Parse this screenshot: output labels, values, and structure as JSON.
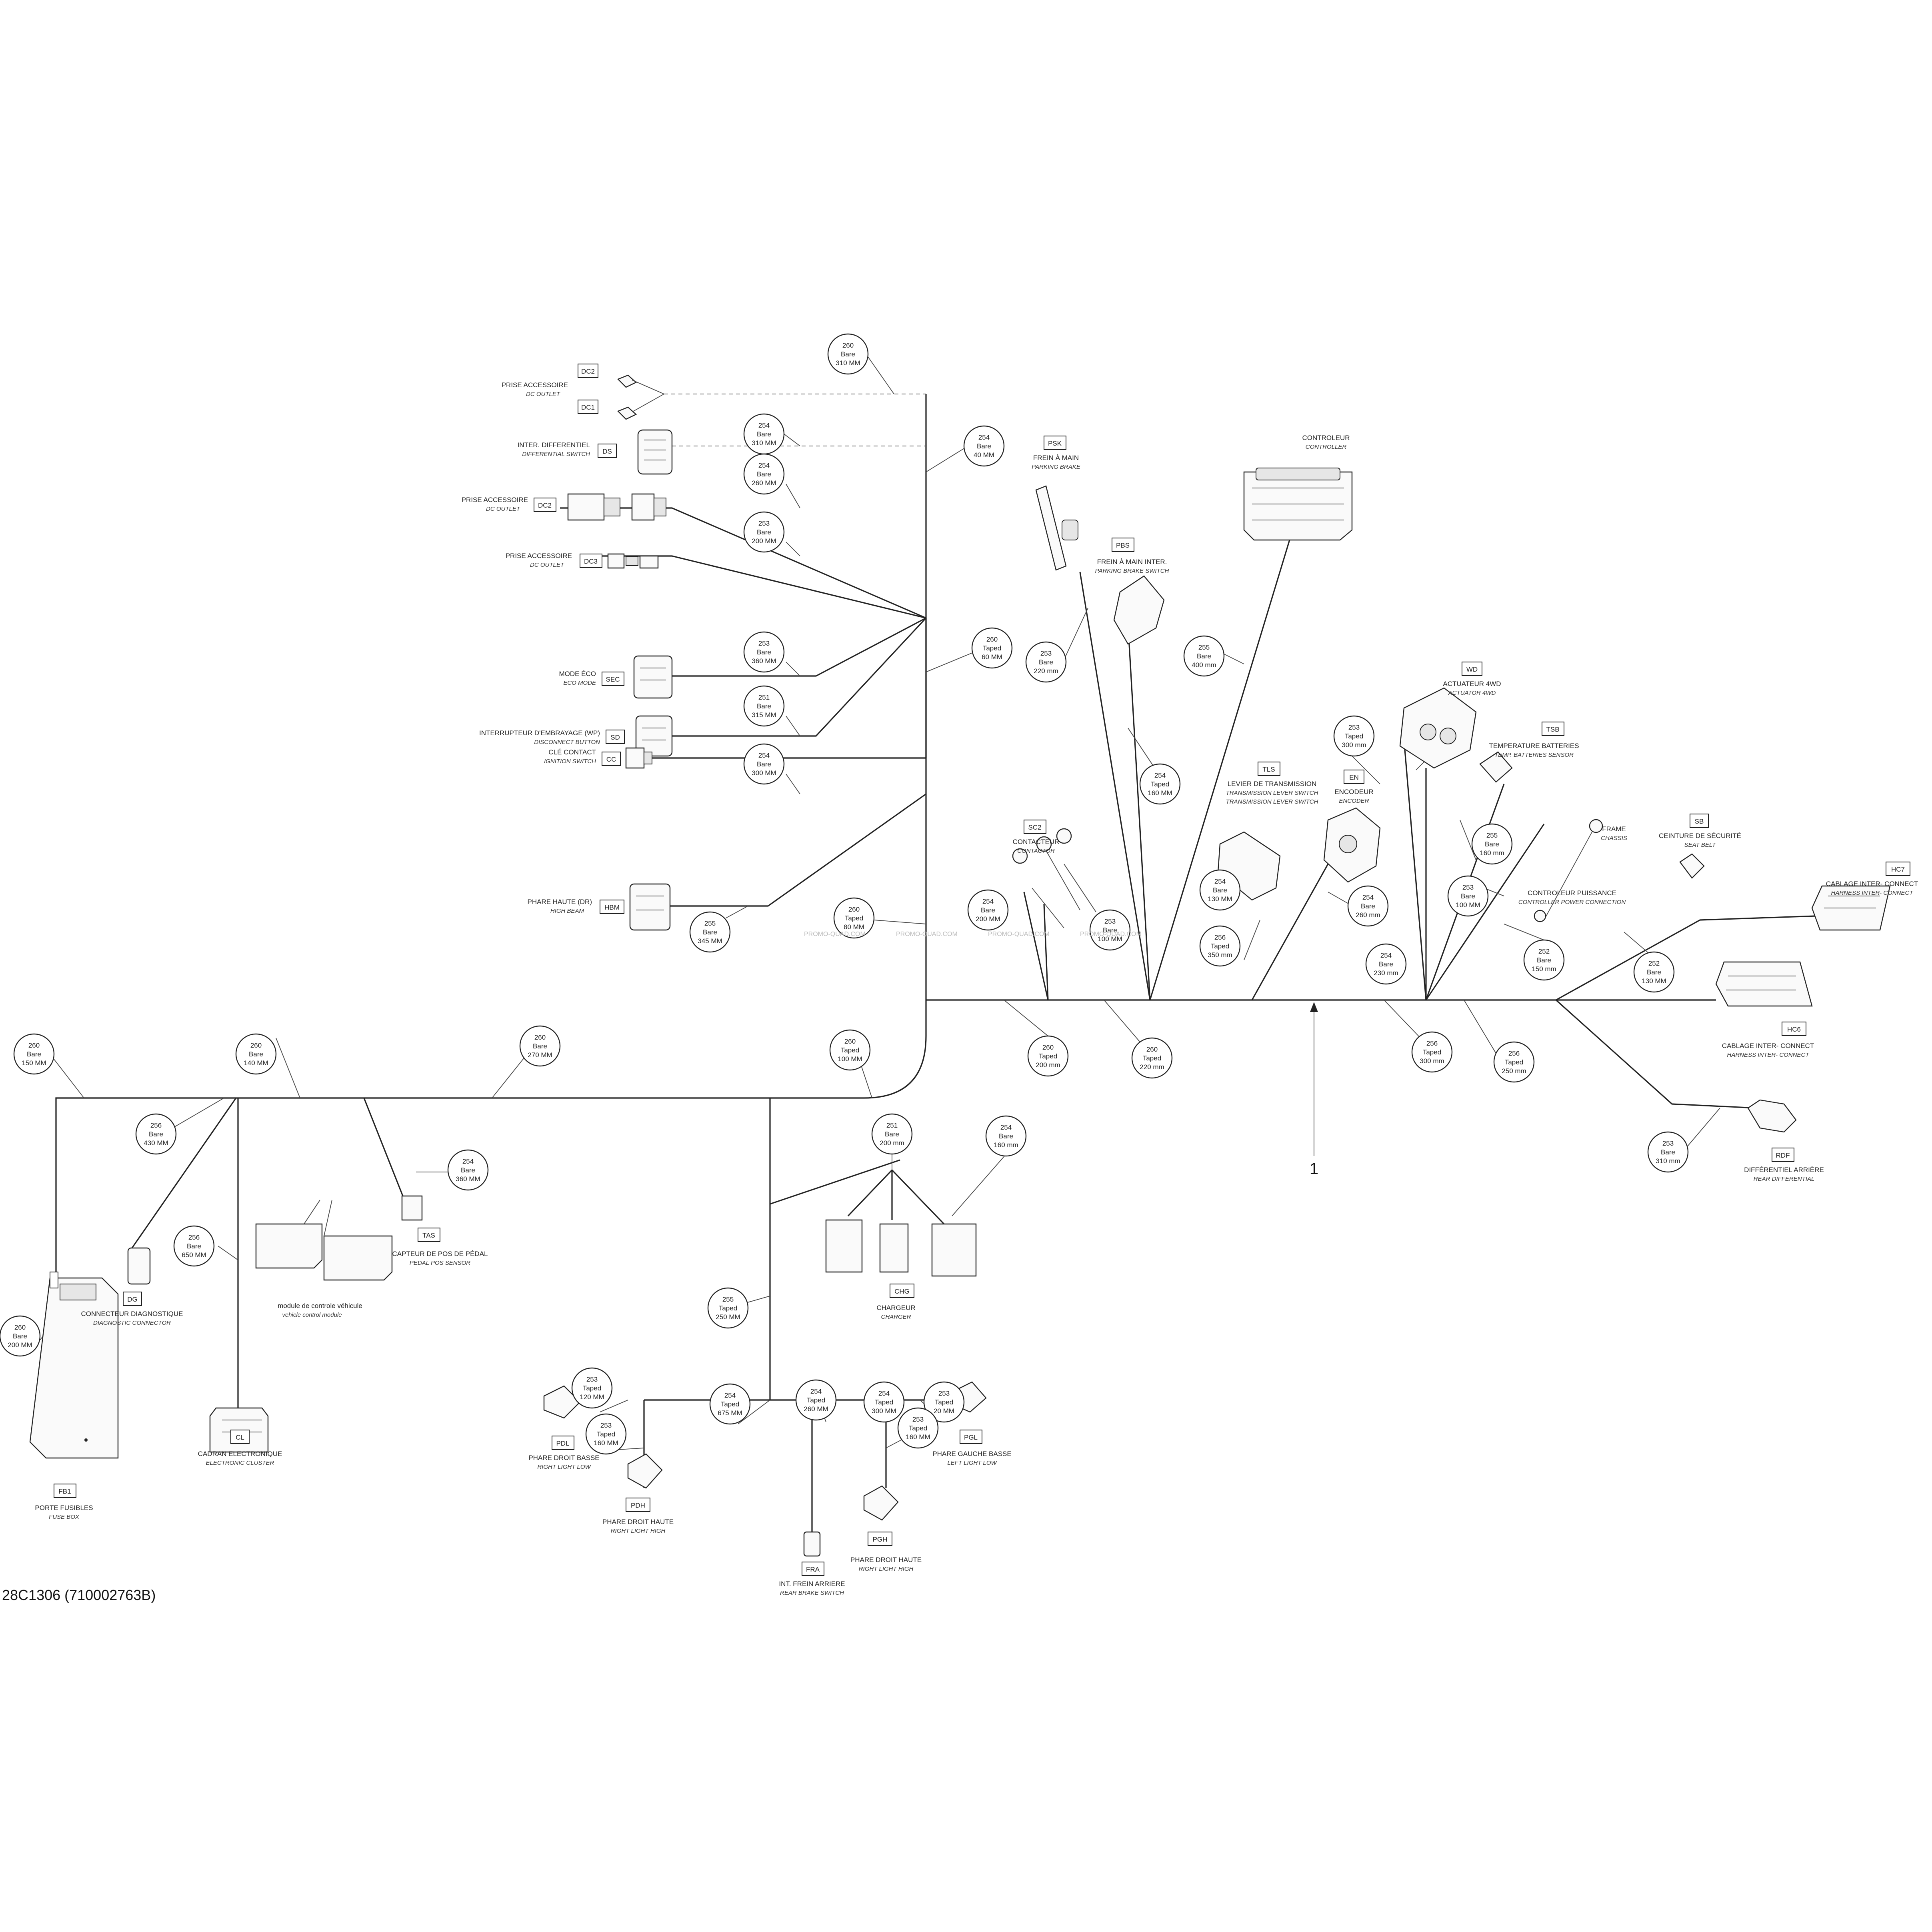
{
  "figure_number": "28C1306 (710002763B)",
  "reference_number": "1",
  "watermark": "PROMO-QUAD.COM",
  "callouts": {
    "c1": {
      "num": "260",
      "type": "Bare",
      "len": "310 MM"
    },
    "c2": {
      "num": "254",
      "type": "Bare",
      "len": "310 MM"
    },
    "c3": {
      "num": "254",
      "type": "Bare",
      "len": "40 MM"
    },
    "c4": {
      "num": "254",
      "type": "Bare",
      "len": "260 MM"
    },
    "c5": {
      "num": "253",
      "type": "Bare",
      "len": "200 MM"
    },
    "c6": {
      "num": "260",
      "type": "Taped",
      "len": "60 MM"
    },
    "c7": {
      "num": "253",
      "type": "Bare",
      "len": "360 MM"
    },
    "c8": {
      "num": "251",
      "type": "Bare",
      "len": "315 MM"
    },
    "c9": {
      "num": "254",
      "type": "Bare",
      "len": "300 MM"
    },
    "c10": {
      "num": "255",
      "type": "Bare",
      "len": "345 MM"
    },
    "c11": {
      "num": "260",
      "type": "Taped",
      "len": "80 MM"
    },
    "c12": {
      "num": "253",
      "type": "Bare",
      "len": "220 mm"
    },
    "c13": {
      "num": "254",
      "type": "Taped",
      "len": "160 MM"
    },
    "c14": {
      "num": "255",
      "type": "Bare",
      "len": "400 mm"
    },
    "c15": {
      "num": "254",
      "type": "Bare",
      "len": "200 MM"
    },
    "c16": {
      "num": "253",
      "type": "Bare",
      "len": "100 MM"
    },
    "c17": {
      "num": "254",
      "type": "Bare",
      "len": "130 MM"
    },
    "c18": {
      "num": "256",
      "type": "Taped",
      "len": "350 mm"
    },
    "c19": {
      "num": "254",
      "type": "Bare",
      "len": "260 mm"
    },
    "c20": {
      "num": "253",
      "type": "Taped",
      "len": "300 mm"
    },
    "c21": {
      "num": "255",
      "type": "Bare",
      "len": "160 mm"
    },
    "c22": {
      "num": "253",
      "type": "Bare",
      "len": "100 MM"
    },
    "c23": {
      "num": "254",
      "type": "Bare",
      "len": "230 mm"
    },
    "c24": {
      "num": "252",
      "type": "Bare",
      "len": "150 mm"
    },
    "c25": {
      "num": "252",
      "type": "Bare",
      "len": "130 MM"
    },
    "c26": {
      "num": "260",
      "type": "Taped",
      "len": "200 mm"
    },
    "c27": {
      "num": "260",
      "type": "Taped",
      "len": "220 mm"
    },
    "c28": {
      "num": "256",
      "type": "Taped",
      "len": "300 mm"
    },
    "c29": {
      "num": "256",
      "type": "Taped",
      "len": "250 mm"
    },
    "c30": {
      "num": "253",
      "type": "Bare",
      "len": "310 mm"
    },
    "c31": {
      "num": "260",
      "type": "Bare",
      "len": "150 MM"
    },
    "c32": {
      "num": "260",
      "type": "Bare",
      "len": "140 MM"
    },
    "c33": {
      "num": "260",
      "type": "Bare",
      "len": "270 MM"
    },
    "c34": {
      "num": "260",
      "type": "Taped",
      "len": "100 MM"
    },
    "c35": {
      "num": "256",
      "type": "Bare",
      "len": "430 MM"
    },
    "c36": {
      "num": "254",
      "type": "Bare",
      "len": "360 MM"
    },
    "c37": {
      "num": "256",
      "type": "Bare",
      "len": "650 MM"
    },
    "c38": {
      "num": "260",
      "type": "Bare",
      "len": "200 MM"
    },
    "c39": {
      "num": "251",
      "type": "Bare",
      "len": "200 mm"
    },
    "c40": {
      "num": "254",
      "type": "Bare",
      "len": "160 mm"
    },
    "c41": {
      "num": "255",
      "type": "Taped",
      "len": "250 MM"
    },
    "c42": {
      "num": "253",
      "type": "Taped",
      "len": "120 MM"
    },
    "c43": {
      "num": "254",
      "type": "Taped",
      "len": "675 MM"
    },
    "c44": {
      "num": "253",
      "type": "Taped",
      "len": "160 MM"
    },
    "c45": {
      "num": "254",
      "type": "Taped",
      "len": "260 MM"
    },
    "c46": {
      "num": "254",
      "type": "Taped",
      "len": "300 MM"
    },
    "c47": {
      "num": "253",
      "type": "Taped",
      "len": "20 MM"
    },
    "c48": {
      "num": "253",
      "type": "Taped",
      "len": "160 MM"
    }
  },
  "connectors": {
    "dc2a": {
      "code": "DC2"
    },
    "dc1": {
      "code": "DC1",
      "fr": "PRISE ACCESSOIRE",
      "en": "DC OUTLET"
    },
    "ds": {
      "code": "DS",
      "fr": "INTER. DIFFERENTIEL",
      "en": "DIFFERENTIAL SWITCH"
    },
    "dc2b": {
      "code": "DC2",
      "fr": "PRISE ACCESSOIRE",
      "en": "DC OUTLET"
    },
    "dc3": {
      "code": "DC3",
      "fr": "PRISE ACCESSOIRE",
      "en": "DC OUTLET"
    },
    "sec": {
      "code": "SEC",
      "fr": "MODE ÉCO",
      "en": "ECO MODE"
    },
    "sd": {
      "code": "SD",
      "fr": "INTERRUPTEUR D'EMBRAYAGE (WP)",
      "en": "DISCONNECT BUTTON"
    },
    "cc": {
      "code": "CC",
      "fr": "CLÉ CONTACT",
      "en": "IGNITION SWITCH"
    },
    "hbm": {
      "code": "HBM",
      "fr": "PHARE HAUTE (DR)",
      "en": "HIGH BEAM"
    },
    "psk": {
      "code": "PSK",
      "fr": "FREIN À MAIN",
      "en": "PARKING BRAKE"
    },
    "pbs": {
      "code": "PBS",
      "fr": "FREIN À MAIN INTER.",
      "en": "PARKING BRAKE SWITCH"
    },
    "ctrl": {
      "fr": "CONTROLEUR",
      "en": "CONTROLLER"
    },
    "wd": {
      "code": "WD",
      "fr": "ACTUATEUR 4WD",
      "en": "ACTUATOR 4WD"
    },
    "tsb": {
      "code": "TSB",
      "fr": "TEMPERATURE BATTERIES",
      "en": "TEMP. BATTERIES SENSOR"
    },
    "tls": {
      "code": "TLS",
      "fr": "LEVIER DE TRANSMISSION",
      "en": "TRANSMISSION LEVER SWITCH"
    },
    "enc": {
      "code": "EN",
      "fr": "ENCODEUR",
      "en": "ENCODER"
    },
    "sc2": {
      "code": "SC2",
      "fr": "CONTACTEUR",
      "en": "CONTACTOR"
    },
    "frame": {
      "fr": "FRAME",
      "en": "CHASSIS"
    },
    "sb": {
      "code": "SB",
      "fr": "CEINTURE DE SÉCURITÉ",
      "en": "SEAT BELT"
    },
    "hc7": {
      "code": "HC7",
      "fr": "CABLAGE INTER- CONNECT",
      "en": "HARNESS INTER- CONNECT"
    },
    "cpc": {
      "fr": "CONTROLEUR PUISSANCE",
      "en": "CONTROLLER POWER CONNECTION"
    },
    "hc6": {
      "code": "HC6",
      "fr": "CABLAGE INTER- CONNECT",
      "en": "HARNESS INTER- CONNECT"
    },
    "rdf": {
      "code": "RDF",
      "fr": "DIFFÉRENTIEL ARRIÈRE",
      "en": "REAR DIFFERENTIAL"
    },
    "dg": {
      "code": "DG",
      "fr": "CONNECTEUR DIAGNOSTIQUE",
      "en": "DIAGNOSTIC CONNECTOR"
    },
    "tas": {
      "code": "TAS",
      "fr": "CAPTEUR DE POS DE PÉDAL",
      "en": "PEDAL POS SENSOR"
    },
    "vcm": {
      "fr": "module de controle véhicule",
      "en": "vehicle control module"
    },
    "fb1": {
      "code": "FB1",
      "fr": "PORTE FUSIBLES",
      "en": "FUSE BOX"
    },
    "cl": {
      "code": "CL",
      "fr": "CADRAN ELECTRONIQUE",
      "en": "ELECTRONIC CLUSTER"
    },
    "chg": {
      "code": "CHG",
      "fr": "CHARGEUR",
      "en": "CHARGER"
    },
    "pdl": {
      "code": "PDL",
      "fr": "PHARE DROIT BASSE",
      "en": "RIGHT LIGHT LOW"
    },
    "pdh": {
      "code": "PDH",
      "fr": "PHARE DROIT HAUTE",
      "en": "RIGHT LIGHT HIGH"
    },
    "fra": {
      "code": "FRA",
      "fr": "INT. FREIN ARRIERE",
      "en": "REAR BRAKE SWITCH"
    },
    "pgh": {
      "code": "PGH",
      "fr": "PHARE DROIT HAUTE",
      "en": "RIGHT LIGHT HIGH"
    },
    "pgl": {
      "code": "PGL",
      "fr": "PHARE GAUCHE BASSE",
      "en": "LEFT LIGHT LOW"
    }
  }
}
